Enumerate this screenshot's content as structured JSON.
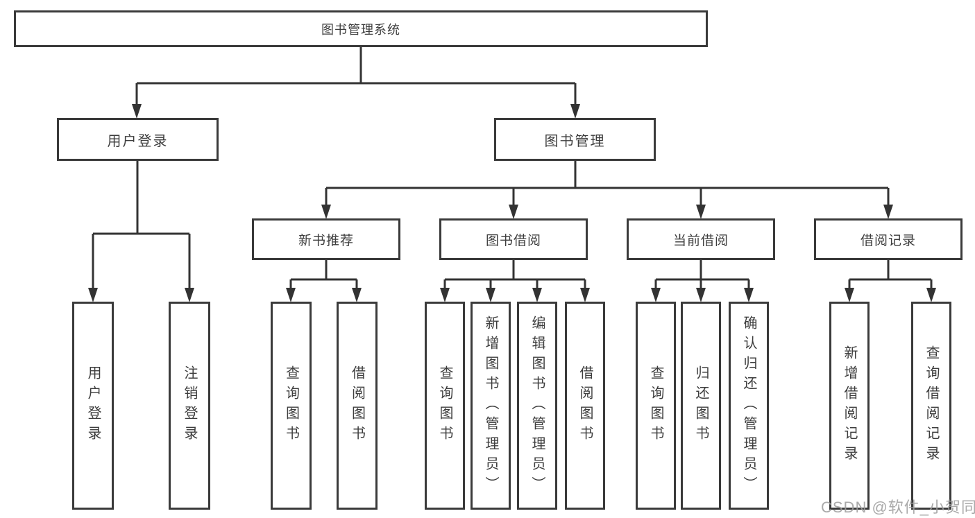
{
  "colors": {
    "box_border": "#3a3a3a",
    "text": "#3d3d3d",
    "connector": "#333333",
    "watermark": "#9e9e9e",
    "background": "#ffffff"
  },
  "nodes": {
    "root": {
      "label": "图书管理系统"
    },
    "user_login": {
      "label": "用户登录"
    },
    "book_mgmt": {
      "label": "图书管理"
    },
    "new_book_rec": {
      "label": "新书推荐"
    },
    "book_borrow": {
      "label": "图书借阅"
    },
    "current_borrow": {
      "label": "当前借阅"
    },
    "borrow_record": {
      "label": "借阅记录"
    },
    "leaf_ul_login": {
      "label": "用户登录"
    },
    "leaf_ul_logout": {
      "label": "注销登录"
    },
    "leaf_nbr_query": {
      "label": "查询图书"
    },
    "leaf_nbr_borrow": {
      "label": "借阅图书"
    },
    "leaf_bb_query": {
      "label": "查询图书"
    },
    "leaf_bb_add": {
      "label": "新增图书（管理员）"
    },
    "leaf_bb_edit": {
      "label": "编辑图书（管理员）"
    },
    "leaf_bb_borrow": {
      "label": "借阅图书"
    },
    "leaf_cb_query": {
      "label": "查询图书"
    },
    "leaf_cb_return": {
      "label": "归还图书"
    },
    "leaf_cb_confirm": {
      "label": "确认归还（管理员）"
    },
    "leaf_br_add": {
      "label": "新增借阅记录"
    },
    "leaf_br_query": {
      "label": "查询借阅记录"
    }
  },
  "hierarchy": {
    "root": "图书管理系统",
    "children": [
      {
        "label": "用户登录",
        "children": [
          "用户登录",
          "注销登录"
        ]
      },
      {
        "label": "图书管理",
        "children": [
          {
            "label": "新书推荐",
            "children": [
              "查询图书",
              "借阅图书"
            ]
          },
          {
            "label": "图书借阅",
            "children": [
              "查询图书",
              "新增图书（管理员）",
              "编辑图书（管理员）",
              "借阅图书"
            ]
          },
          {
            "label": "当前借阅",
            "children": [
              "查询图书",
              "归还图书",
              "确认归还（管理员）"
            ]
          },
          {
            "label": "借阅记录",
            "children": [
              "新增借阅记录",
              "查询借阅记录"
            ]
          }
        ]
      }
    ]
  },
  "watermark": "CSDN @软件_小贺同学"
}
